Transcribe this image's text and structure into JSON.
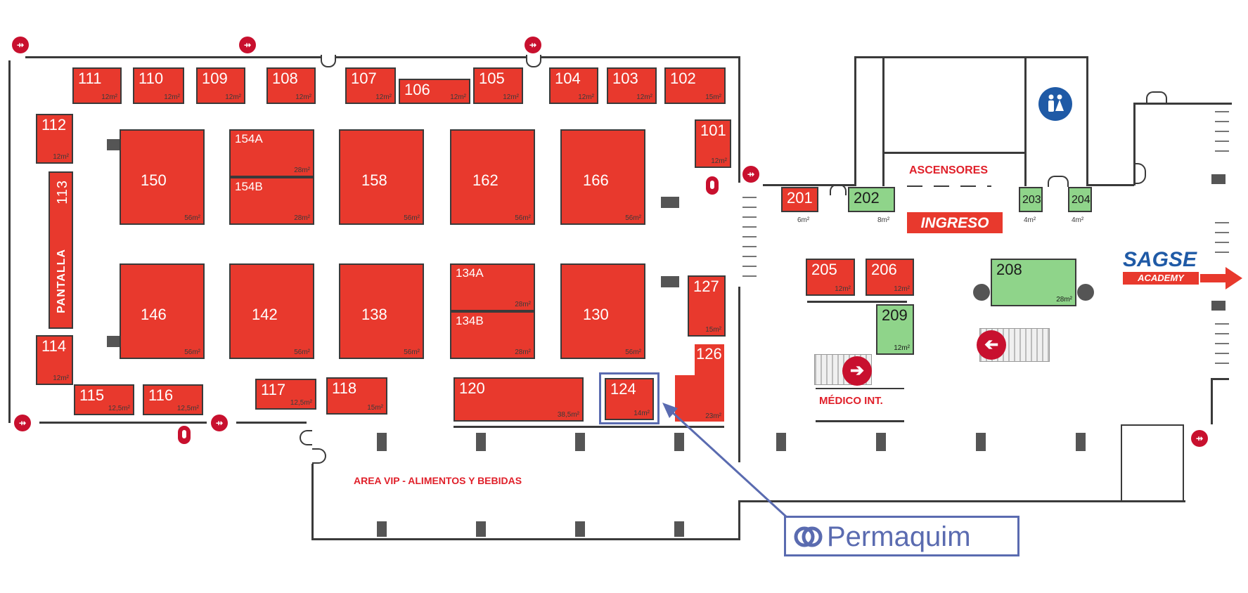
{
  "colors": {
    "booth": "#e8392d",
    "booth_green": "#8fd48a",
    "wall": "#3a3a3a",
    "accent_blue": "#1f5aa6",
    "exit_red": "#c8102e",
    "highlight": "#5a6bb0"
  },
  "booths": {
    "b111": {
      "num": "111",
      "size": "12m²"
    },
    "b110": {
      "num": "110",
      "size": "12m²"
    },
    "b109": {
      "num": "109",
      "size": "12m²"
    },
    "b108": {
      "num": "108",
      "size": "12m²"
    },
    "b107": {
      "num": "107",
      "size": "12m²"
    },
    "b106": {
      "num": "106",
      "size": "12m²"
    },
    "b105": {
      "num": "105",
      "size": "12m²"
    },
    "b104": {
      "num": "104",
      "size": "12m²"
    },
    "b103": {
      "num": "103",
      "size": "12m²"
    },
    "b102": {
      "num": "102",
      "size": "15m²"
    },
    "b101": {
      "num": "101",
      "size": "12m²"
    },
    "b112": {
      "num": "112",
      "size": "12m²"
    },
    "b113": {
      "num": "113"
    },
    "b114": {
      "num": "114",
      "size": "12m²"
    },
    "b115": {
      "num": "115",
      "size": "12,5m²"
    },
    "b116": {
      "num": "116",
      "size": "12,5m²"
    },
    "b117": {
      "num": "117",
      "size": "12,5m²"
    },
    "b118": {
      "num": "118",
      "size": "15m²"
    },
    "b120": {
      "num": "120",
      "size": "38,5m²"
    },
    "b124": {
      "num": "124",
      "size": "14m²"
    },
    "b126": {
      "num": "126",
      "size": "23m²"
    },
    "b127": {
      "num": "127",
      "size": "15m²"
    },
    "b130": {
      "num": "130",
      "size": "56m²"
    },
    "b134a": {
      "num": "134A",
      "size": "28m²"
    },
    "b134b": {
      "num": "134B",
      "size": "28m²"
    },
    "b138": {
      "num": "138",
      "size": "56m²"
    },
    "b142": {
      "num": "142",
      "size": "56m²"
    },
    "b146": {
      "num": "146",
      "size": "56m²"
    },
    "b150": {
      "num": "150",
      "size": "56m²"
    },
    "b154a": {
      "num": "154A",
      "size": "28m²"
    },
    "b154b": {
      "num": "154B",
      "size": "28m²"
    },
    "b158": {
      "num": "158",
      "size": "56m²"
    },
    "b162": {
      "num": "162",
      "size": "56m²"
    },
    "b166": {
      "num": "166",
      "size": "56m²"
    },
    "b201": {
      "num": "201",
      "size": "6m²"
    },
    "b202": {
      "num": "202",
      "size": "8m²"
    },
    "b203": {
      "num": "203",
      "size": "4m²"
    },
    "b204": {
      "num": "204",
      "size": "4m²"
    },
    "b205": {
      "num": "205",
      "size": "12m²"
    },
    "b206": {
      "num": "206",
      "size": "12m²"
    },
    "b208": {
      "num": "208",
      "size": "28m²"
    },
    "b209": {
      "num": "209",
      "size": "12m²"
    }
  },
  "labels": {
    "pantalla": "PANTALLA",
    "ascensores": "ASCENSORES",
    "ingreso": "INGRESO",
    "medico": "MÉDICO INT.",
    "vip": "AREA VIP - ALIMENTOS Y BEBIDAS",
    "sagse": "SAGSE",
    "academy": "ACADEMY",
    "permaquim": "Permaquim"
  },
  "icons": {
    "exit": "running-person-exit-icon",
    "restroom": "restroom-icon",
    "extinguisher": "fire-extinguisher-icon",
    "arrow": "arrow-icon"
  }
}
